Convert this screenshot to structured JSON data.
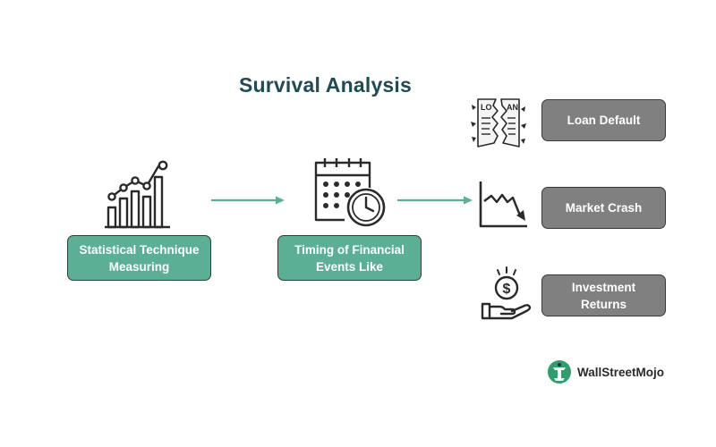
{
  "title": "Survival Analysis",
  "flow": {
    "box1": {
      "line1": "Statistical Technique",
      "line2": "Measuring"
    },
    "box2": {
      "line1": "Timing of Financial",
      "line2": "Events Like"
    }
  },
  "outcomes": [
    {
      "label": "Loan Default",
      "icon": "torn-loan-document-icon"
    },
    {
      "label": "Market Crash",
      "icon": "market-crash-chart-icon"
    },
    {
      "line1": "Investment",
      "line2": "Returns",
      "icon": "hand-holding-coin-icon"
    }
  ],
  "loan_icon_text": {
    "left": "LO",
    "right": "AN"
  },
  "brand": {
    "name": "WallStreetMojo"
  },
  "colors": {
    "title": "#1f4b55",
    "green_box": "#5aaf95",
    "gray_box": "#808080",
    "arrow": "#5aaf95",
    "brand_green": "#2e9e6e"
  }
}
